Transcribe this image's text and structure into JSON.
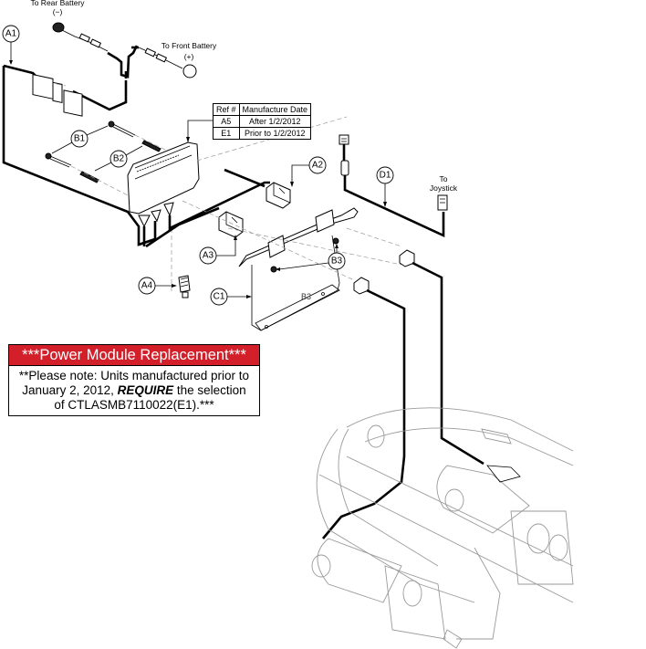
{
  "labels": {
    "rear_battery": "To Rear Battery",
    "rear_battery_polarity": "(−)",
    "front_battery": "To Front Battery",
    "front_battery_polarity": "(+)",
    "joystick_line1": "To",
    "joystick_line2": "Joystick"
  },
  "callouts": {
    "a1": "A1",
    "a2": "A2",
    "a3": "A3",
    "a4": "A4",
    "b1": "B1",
    "b2": "B2",
    "b3": "B3",
    "c1": "C1",
    "d1": "D1",
    "b3_stamp": "B3"
  },
  "ref_table": {
    "headers": [
      "Ref #",
      "Manufacture Date"
    ],
    "rows": [
      {
        "ref": "A5",
        "date": "After 1/2/2012"
      },
      {
        "ref": "E1",
        "date": "Prior to 1/2/2012"
      }
    ]
  },
  "notice": {
    "title": "***Power Module Replacement***",
    "line1": "**Please note: Units manufactured prior to",
    "line2_pre": "January 2, 2012, ",
    "line2_emph": "REQUIRE",
    "line2_post": " the selection",
    "line3": "of CTLASMB7110022(E1).***"
  },
  "colors": {
    "notice_header_bg": "#d21f2a",
    "notice_header_text": "#ffffff"
  }
}
